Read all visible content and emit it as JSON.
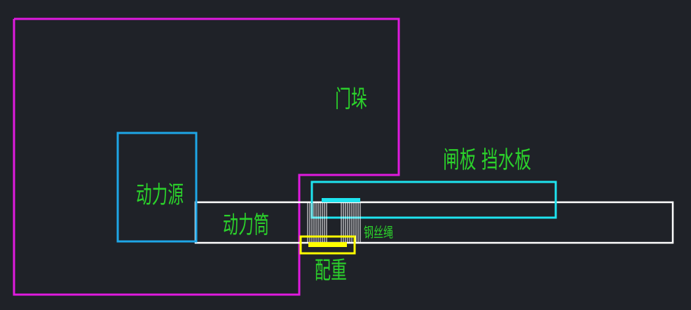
{
  "diagram": {
    "labels": {
      "door_frame": "门垛",
      "power_source": "动力源",
      "power_tube": "动力筒",
      "gate_plate": "闸板 挡水板",
      "wire_rope": "钢丝绳",
      "counterweight": "配重"
    },
    "colors": {
      "background": "#1f2228",
      "door_frame": "#e01adf",
      "power_source": "#1ea6e6",
      "gate_plate": "#1ee4ef",
      "power_tube": "#ffffff",
      "counterweight": "#ffff00",
      "label_text": "#2bd12b"
    }
  }
}
